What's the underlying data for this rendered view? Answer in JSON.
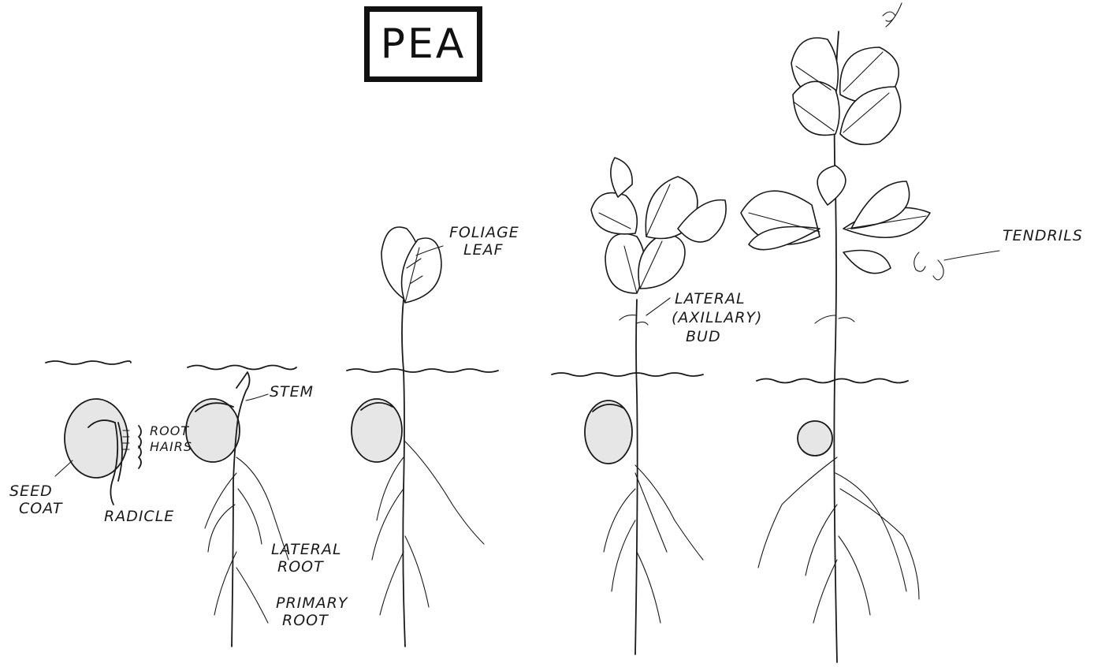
{
  "title": "PEA",
  "labels": {
    "seed_coat_1": "SEED",
    "seed_coat_2": "COAT",
    "root_hairs_1": "ROOT",
    "root_hairs_2": "HAIRS",
    "radicle": "RADICLE",
    "stem": "STEM",
    "lateral_root_1": "LATERAL",
    "lateral_root_2": "ROOT",
    "primary_root_1": "PRIMARY",
    "primary_root_2": "ROOT",
    "foliage_leaf_1": "FOLIAGE",
    "foliage_leaf_2": "LEAF",
    "lateral_bud_1": "LATERAL",
    "lateral_bud_2": "(AXILLARY)",
    "lateral_bud_3": "BUD",
    "tendrils": "TENDRILS"
  }
}
